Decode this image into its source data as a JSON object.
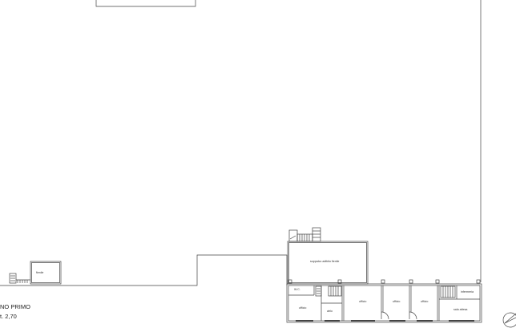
{
  "title": {
    "line1": "NO PRIMO",
    "line2": "t. 2,70"
  },
  "rooms": {
    "fienile": "fienile",
    "soppalco": "soppalco adibito fienile",
    "wc": "W.C.",
    "ufficio_1": "ufficio",
    "atrio": "atrio",
    "ufficio_2": "ufficio",
    "ufficio_3": "ufficio",
    "ufficio_4": "ufficio",
    "infermeria": "infermeria",
    "sala_attesa": "sala attesa"
  },
  "stroke_color": "#444444"
}
